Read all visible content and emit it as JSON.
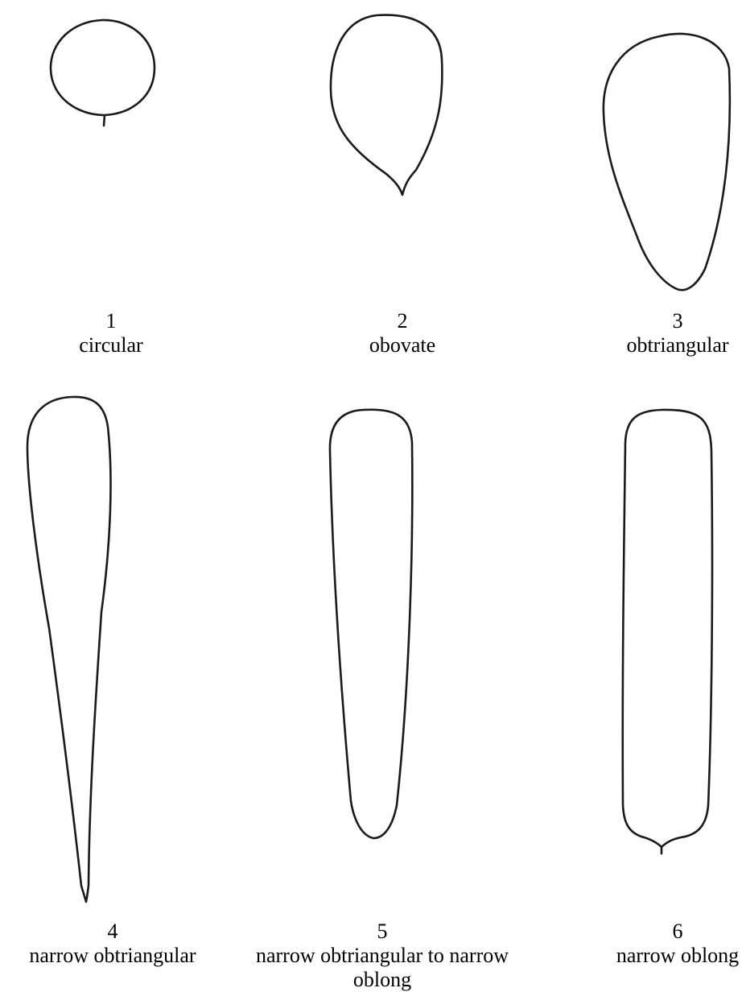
{
  "shapes": [
    {
      "number": "1",
      "name": "circular"
    },
    {
      "number": "2",
      "name": "obovate"
    },
    {
      "number": "3",
      "name": "obtriangular"
    },
    {
      "number": "4",
      "name": "narrow obtriangular"
    },
    {
      "number": "5",
      "name": "narrow obtriangular to narrow oblong"
    },
    {
      "number": "6",
      "name": "narrow oblong"
    }
  ]
}
